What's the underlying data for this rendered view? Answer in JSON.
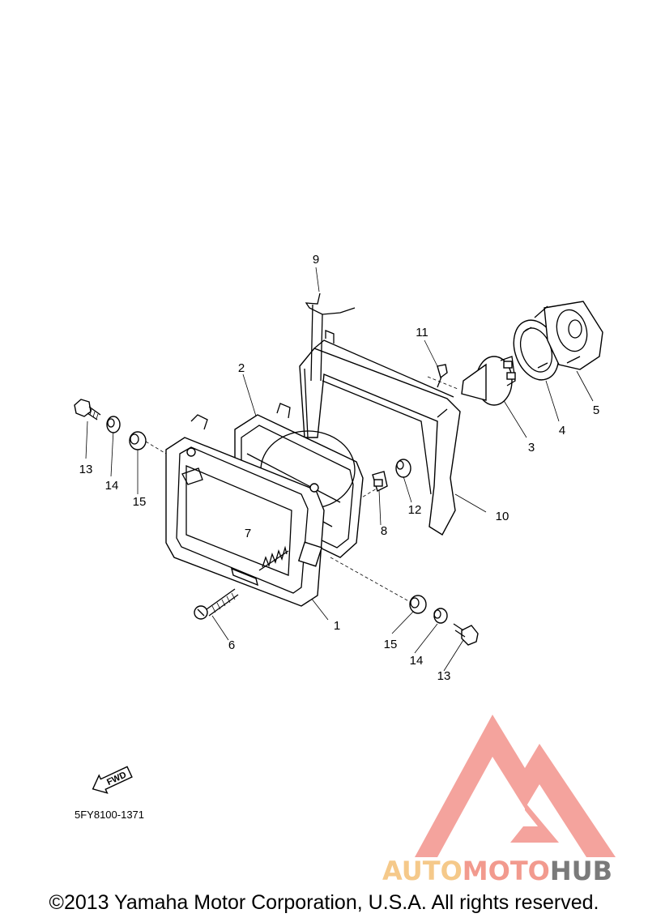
{
  "part_labels": {
    "p1": "1",
    "p2": "2",
    "p3": "3",
    "p4": "4",
    "p5": "5",
    "p6": "6",
    "p7": "7",
    "p8": "8",
    "p9": "9",
    "p10": "10",
    "p11": "11",
    "p12": "12",
    "p13_left": "13",
    "p14_left": "14",
    "p15_left": "15",
    "p13_right": "13",
    "p14_right": "14",
    "p15_right": "15"
  },
  "fwd_label": "FWD",
  "diagram_code": "5FY8100-1371",
  "watermark": {
    "part1": "AUTO",
    "part2": "MOTO",
    "part3": "HUB",
    "color1": "#f5c98a",
    "color2": "#f29a8e",
    "color3": "#7a7a7a",
    "logo_color": "#f4a39d"
  },
  "copyright": "©2013 Yamaha Motor Corporation, U.S.A. All rights reserved."
}
